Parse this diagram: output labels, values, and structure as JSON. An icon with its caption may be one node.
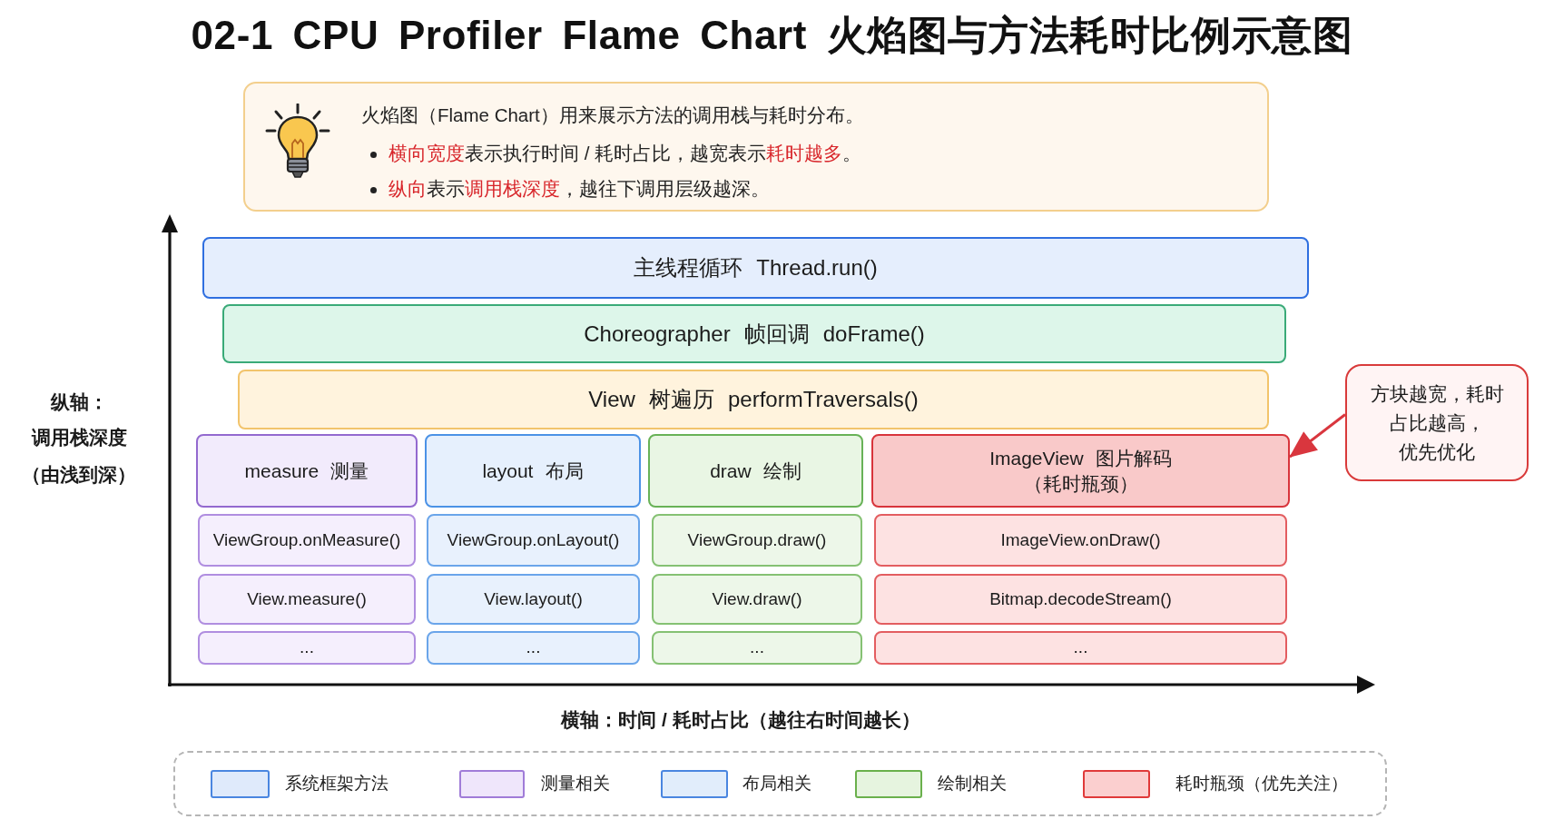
{
  "diagram": {
    "title": "02-1 CPU Profiler Flame Chart 火焰图与方法耗时比例示意图",
    "nodes": [
      {
        "text": [
          "火焰图（Flame Chart）用来展示方法的调用栈与耗时分布。",
          "**横向宽度**表示执行时间 / 耗时占比，越宽表示**耗时越多**。",
          "**纵向**表示**调用栈深度**，越往下调用层级越深。"
        ]
      },
      {
        "text": [
          "主线程循环 Thread.run()"
        ]
      },
      {
        "text": [
          "Choreographer 帧回调 doFrame()"
        ]
      },
      {
        "text": [
          "View 树遍历 performTraversals()"
        ]
      },
      {
        "text": [
          "measure 测量"
        ]
      },
      {
        "text": [
          "layout 布局"
        ]
      },
      {
        "text": [
          "draw 绘制"
        ]
      },
      {
        "text": [
          "ImageView 图片解码",
          "（耗时瓶颈）"
        ]
      },
      {
        "text": [
          "ViewGroup.onMeasure()"
        ]
      },
      {
        "text": [
          "ViewGroup.onLayout()"
        ]
      },
      {
        "text": [
          "ViewGroup.draw()"
        ]
      },
      {
        "text": [
          "ImageView.onDraw()"
        ]
      },
      {
        "text": [
          "View.measure()"
        ]
      },
      {
        "text": [
          "View.layout()"
        ]
      },
      {
        "text": [
          "View.draw()"
        ]
      },
      {
        "text": [
          "Bitmap.decodeStream()"
        ]
      },
      {
        "text": [
          "..."
        ]
      },
      {
        "text": [
          "..."
        ]
      },
      {
        "text": [
          "..."
        ]
      },
      {
        "text": [
          "..."
        ]
      },
      {
        "text": [
          "方块越宽，耗时占比越高，",
          "优先优化"
        ]
      }
    ],
    "edges": [
      {
        "from": 20,
        "to": 7,
        "arrow": "to"
      }
    ],
    "labels": [
      "纵轴：",
      "调用栈深度",
      "（由浅到深）",
      "横轴：时间 / 耗时占比（越往右时间越长）"
    ],
    "legend": [
      {
        "text": "系统框架方法",
        "color": "#dfeafb"
      },
      {
        "text": "测量相关",
        "color": "#efe6fb"
      },
      {
        "text": "布局相关",
        "color": "#e1edfb"
      },
      {
        "text": "绘制相关",
        "color": "#e6f4df"
      },
      {
        "text": "耗时瓶颈（优先关注）",
        "color": "#fbcfcf"
      }
    ]
  }
}
